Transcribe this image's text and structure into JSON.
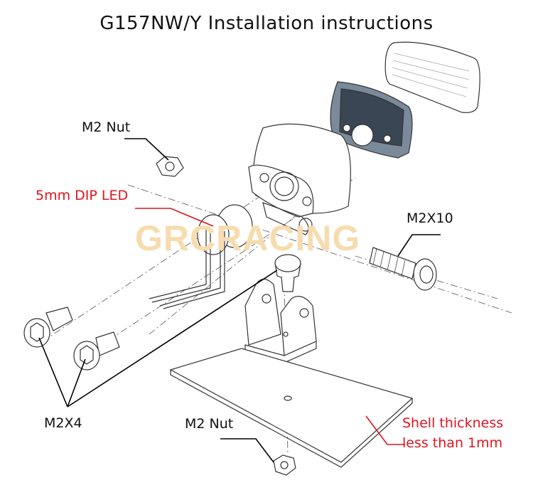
{
  "title": "G157NW/Y Installation instructions",
  "labels": {
    "m2_nut_top": "M2 Nut",
    "dip_led": "5mm DIP LED",
    "m2x10": "M2X10",
    "m2x4": "M2X4",
    "m2_nut_bottom": "M2 Nut",
    "shell_line1": "Shell thickness",
    "shell_line2": "less than 1mm"
  },
  "watermark": "GRCRACING",
  "colors": {
    "accent": "#e0141e",
    "watermark": "#f6dcae"
  }
}
